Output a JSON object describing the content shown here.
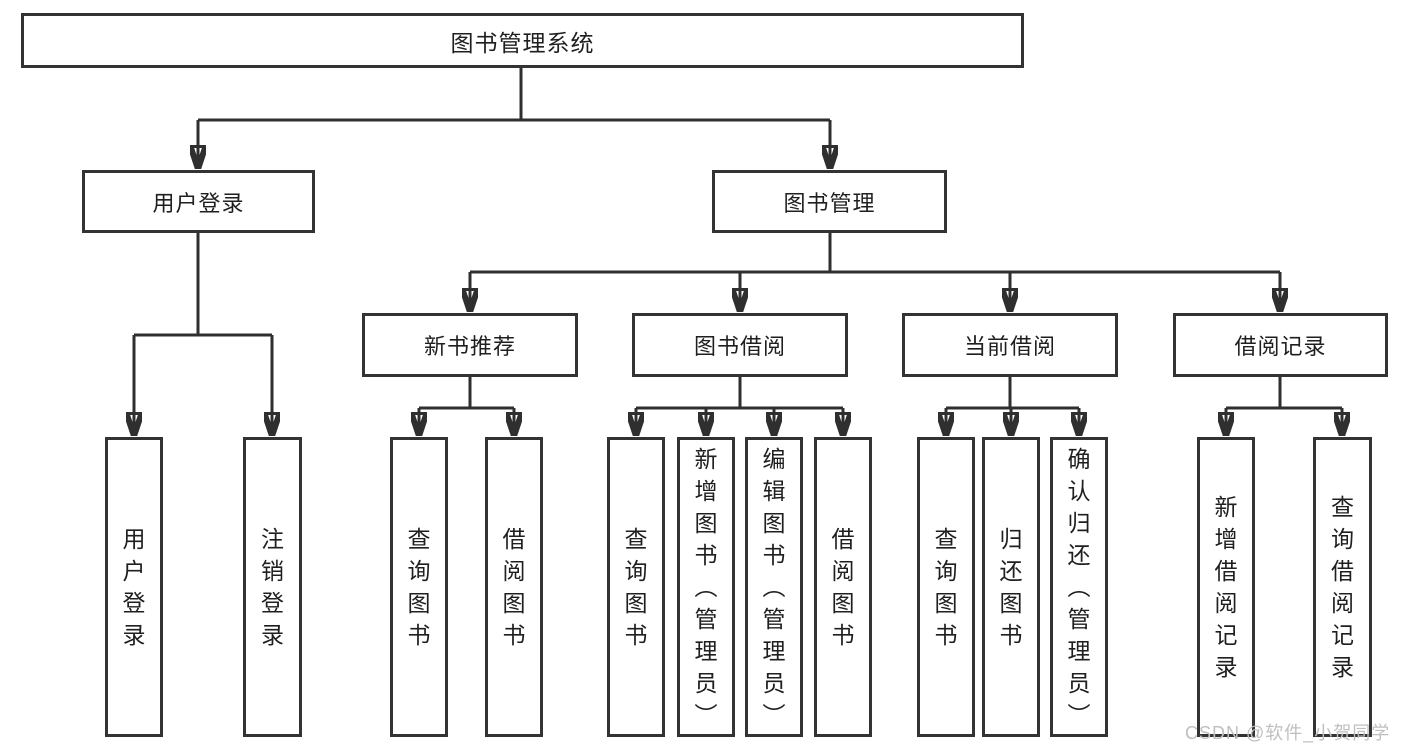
{
  "diagram_type": "org-tree",
  "colors": {
    "line": "#2f2f2f",
    "box_border": "#333333",
    "box_background": "#ffffff",
    "text": "#1f1f1f",
    "watermark": "#bfbfbf"
  },
  "root": {
    "label": "图书管理系统",
    "children": [
      {
        "label": "用户登录",
        "children": [
          {
            "label": "用户登录"
          },
          {
            "label": "注销登录"
          }
        ]
      },
      {
        "label": "图书管理",
        "children": [
          {
            "label": "新书推荐",
            "children": [
              {
                "label": "查询图书"
              },
              {
                "label": "借阅图书"
              }
            ]
          },
          {
            "label": "图书借阅",
            "children": [
              {
                "label": "查询图书"
              },
              {
                "label": "新增图书（管理员）"
              },
              {
                "label": "编辑图书（管理员）"
              },
              {
                "label": "借阅图书"
              }
            ]
          },
          {
            "label": "当前借阅",
            "children": [
              {
                "label": "查询图书"
              },
              {
                "label": "归还图书"
              },
              {
                "label": "确认归还（管理员）"
              }
            ]
          },
          {
            "label": "借阅记录",
            "children": [
              {
                "label": "新增借阅记录"
              },
              {
                "label": "查询借阅记录"
              }
            ]
          }
        ]
      }
    ]
  },
  "watermark": {
    "text": "CSDN @软件_小贺同学"
  }
}
